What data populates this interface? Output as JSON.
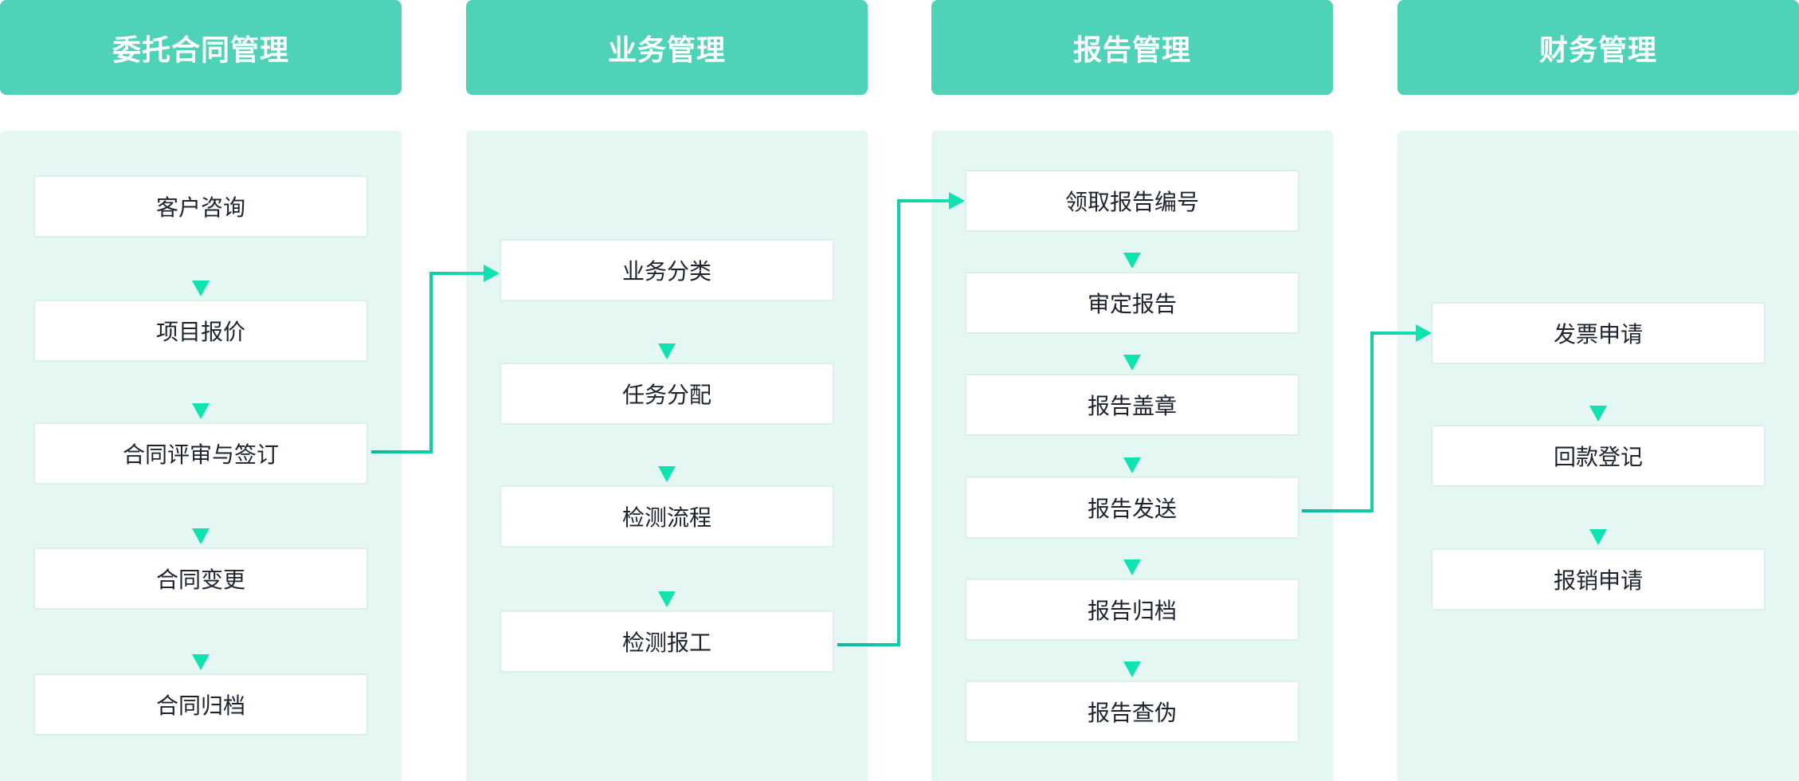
{
  "columns": [
    {
      "title": "委托合同管理",
      "steps": [
        "客户咨询",
        "项目报价",
        "合同评审与签订",
        "合同变更",
        "合同归档"
      ]
    },
    {
      "title": "业务管理",
      "steps": [
        "业务分类",
        "任务分配",
        "检测流程",
        "检测报工"
      ]
    },
    {
      "title": "报告管理",
      "steps": [
        "领取报告编号",
        "审定报告",
        "报告盖章",
        "报告发送",
        "报告归档",
        "报告查伪"
      ]
    },
    {
      "title": "财务管理",
      "steps": [
        "发票申请",
        "回款登记",
        "报销申请"
      ]
    }
  ],
  "colors": {
    "header": "#4fd3b8",
    "panel": "#e4f7f2",
    "arrow_start": "#12b5a0",
    "arrow_end": "#0fe3b0"
  }
}
